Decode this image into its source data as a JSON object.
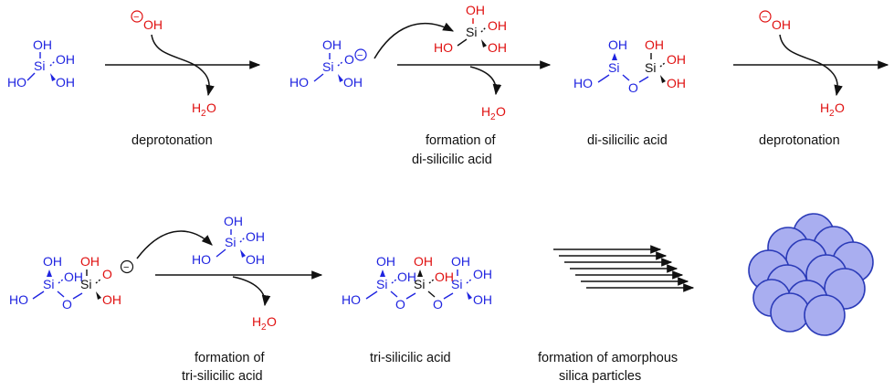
{
  "captions": {
    "deprotonation_1": "deprotonation",
    "formation_di_line1": "formation of",
    "formation_di_line2": "di-silicilic acid",
    "di_silicilic_acid": "di-silicilic acid",
    "deprotonation_2": "deprotonation",
    "formation_tri_line1": "formation of",
    "formation_tri_line2": "tri-silicilic acid",
    "tri_silicilic_acid": "tri-silicilic acid",
    "amorphous_line1": "formation of amorphous",
    "amorphous_line2": "silica particles"
  },
  "atoms": {
    "oh": "OH",
    "ho": "HO",
    "si": "Si",
    "o": "O",
    "h": "H",
    "o_water": "O",
    "two": "2",
    "minus": "−"
  },
  "colors": {
    "silicate_blue": "#1f24e0",
    "reactive_red": "#e01010",
    "particle_fill": "#a9aef0",
    "particle_stroke": "#2b3bb8"
  }
}
